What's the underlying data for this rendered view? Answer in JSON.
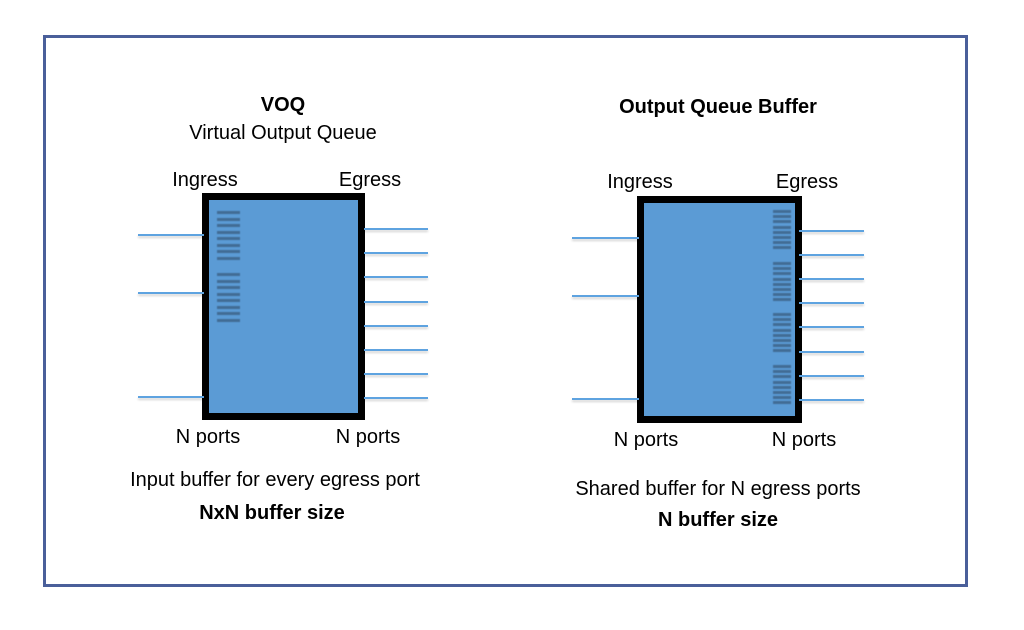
{
  "left_diagram": {
    "title": "VOQ",
    "subtitle": "Virtual Output Queue",
    "ingress_label": "Ingress",
    "egress_label": "Egress",
    "ingress_ports_label": "N ports",
    "egress_ports_label": "N ports",
    "description": "Input buffer for every egress port",
    "buffer_size": "NxN buffer size",
    "ingress_port_count": 3,
    "egress_port_count": 8,
    "queue_groups": 2,
    "queue_side": "ingress"
  },
  "right_diagram": {
    "title": "Output Queue Buffer",
    "ingress_label": "Ingress",
    "egress_label": "Egress",
    "ingress_ports_label": "N ports",
    "egress_ports_label": "N ports",
    "description": "Shared buffer for N egress ports",
    "buffer_size": "N buffer size",
    "ingress_port_count": 3,
    "egress_port_count": 8,
    "queue_groups": 4,
    "queue_side": "egress"
  },
  "colors": {
    "frame": "#4a5f9a",
    "switch_fill": "#5b9bd5",
    "switch_border": "#000000",
    "port_line": "#5ea3e0",
    "queue_line": "#3f678f"
  }
}
